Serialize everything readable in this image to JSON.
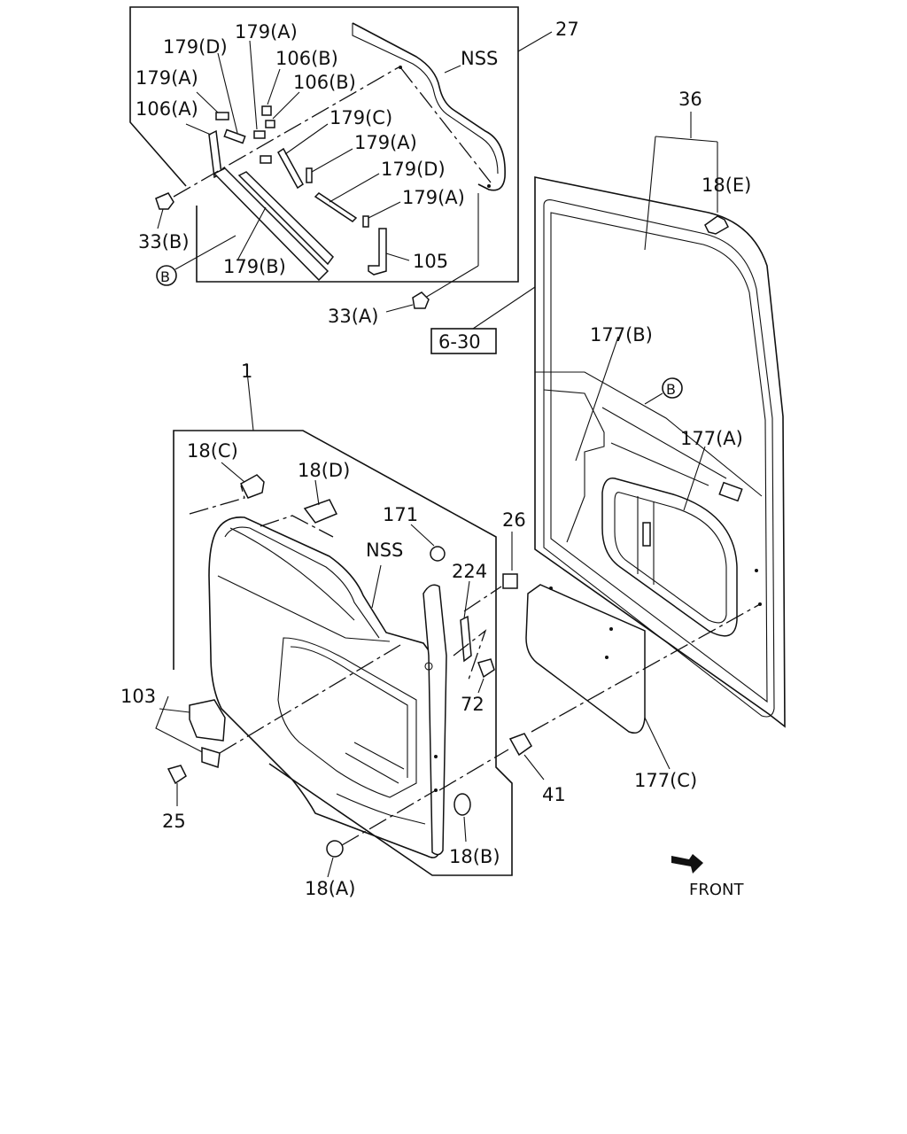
{
  "callouts": {
    "c27": "27",
    "c36": "36",
    "c1": "1",
    "nss_top": "NSS",
    "nss_bottom": "NSS",
    "c179d_a": "179(D)",
    "c179a_a": "179(A)",
    "c106b_a": "106(B)",
    "c179a_b": "179(A)",
    "c106b_b": "106(B)",
    "c106a": "106(A)",
    "c179c": "179(C)",
    "c179a_c": "179(A)",
    "c179d_b": "179(D)",
    "c179a_d": "179(A)",
    "c105": "105",
    "c179b": "179(B)",
    "c33b": "33(B)",
    "cB_top": "B",
    "c33a": "33(A)",
    "ref630": "6-30",
    "c18e": "18(E)",
    "c177b": "177(B)",
    "cB_right": "B",
    "c177a": "177(A)",
    "c18c": "18(C)",
    "c18d": "18(D)",
    "c171": "171",
    "c26": "26",
    "c224": "224",
    "c72": "72",
    "c103": "103",
    "c25": "25",
    "c41": "41",
    "c177c": "177(C)",
    "c18b": "18(B)",
    "c18a": "18(A)",
    "front": "FRONT"
  }
}
